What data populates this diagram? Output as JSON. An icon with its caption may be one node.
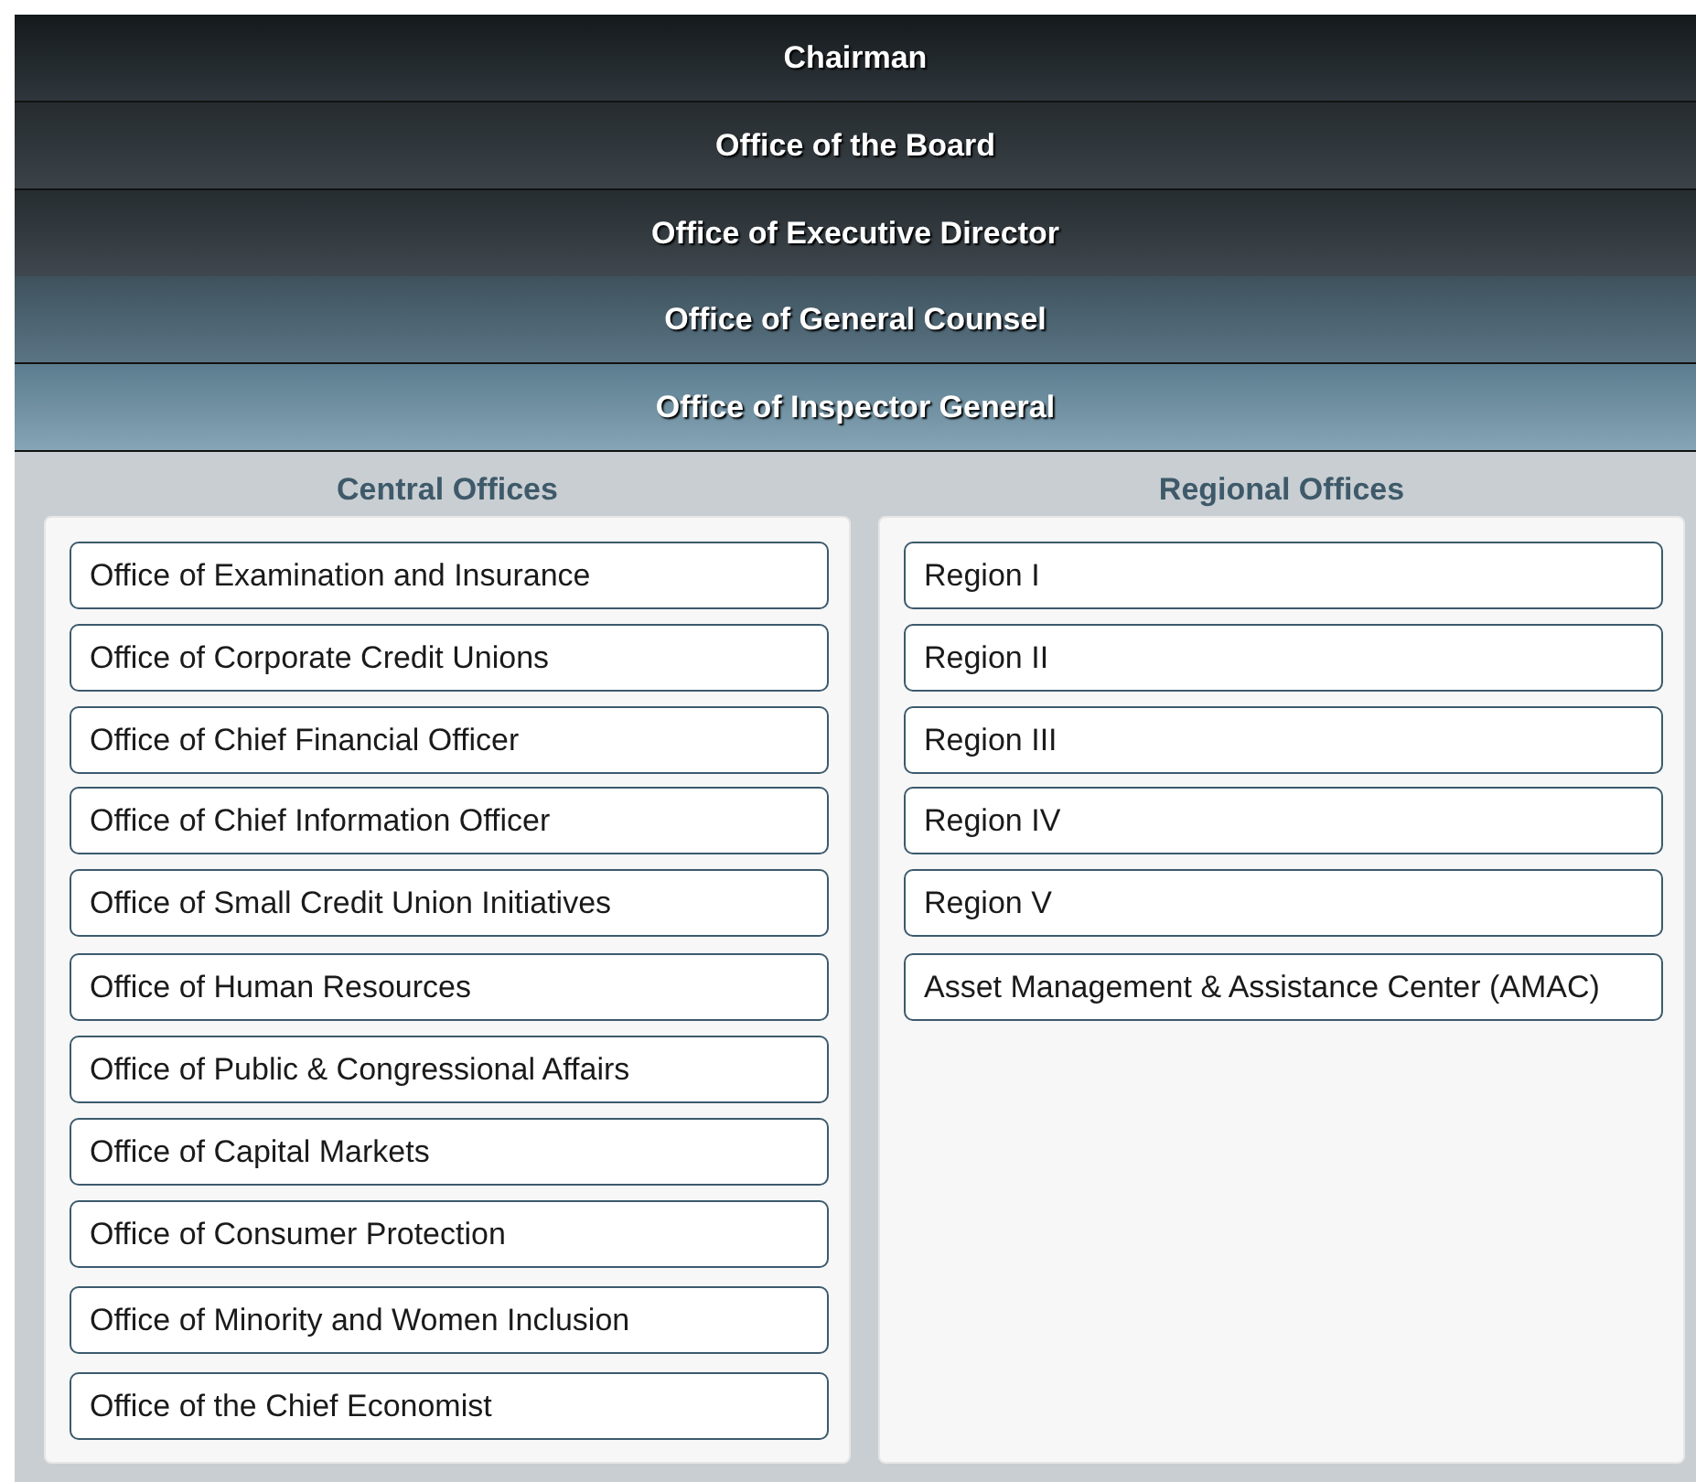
{
  "diagram": {
    "nodes": [
      {
        "text": [
          "Chairman"
        ]
      },
      {
        "text": [
          "Office of the Board"
        ]
      },
      {
        "text": [
          "Office of Executive Director"
        ]
      },
      {
        "text": [
          "Office of General Counsel"
        ]
      },
      {
        "text": [
          "Office of Inspector General"
        ]
      },
      {
        "text": [
          "Central Offices"
        ]
      },
      {
        "text": [
          "Office of Examination and Insurance"
        ],
        "in": 5
      },
      {
        "text": [
          "Office of Corporate Credit Unions"
        ],
        "in": 5
      },
      {
        "text": [
          "Office of Chief Financial Officer"
        ],
        "in": 5
      },
      {
        "text": [
          "Office of Chief Information Officer"
        ],
        "in": 5
      },
      {
        "text": [
          "Office of Small Credit Union Initiatives"
        ],
        "in": 5
      },
      {
        "text": [
          "Office of Human Resources"
        ],
        "in": 5
      },
      {
        "text": [
          "Office of Public & Congressional Affairs"
        ],
        "in": 5
      },
      {
        "text": [
          "Office of Capital Markets"
        ],
        "in": 5
      },
      {
        "text": [
          "Office of Consumer Protection"
        ],
        "in": 5
      },
      {
        "text": [
          "Office of Minority and Women Inclusion"
        ],
        "in": 5
      },
      {
        "text": [
          "Office of the Chief Economist"
        ],
        "in": 5
      },
      {
        "text": [
          "Regional Offices"
        ]
      },
      {
        "text": [
          "Region I"
        ],
        "in": 17
      },
      {
        "text": [
          "Region II"
        ],
        "in": 17
      },
      {
        "text": [
          "Region III"
        ],
        "in": 17
      },
      {
        "text": [
          "Region IV"
        ],
        "in": 17
      },
      {
        "text": [
          "Region V"
        ],
        "in": 17
      },
      {
        "text": [
          "Asset Management & Assistance Center (AMAC)"
        ],
        "in": 17
      }
    ]
  }
}
